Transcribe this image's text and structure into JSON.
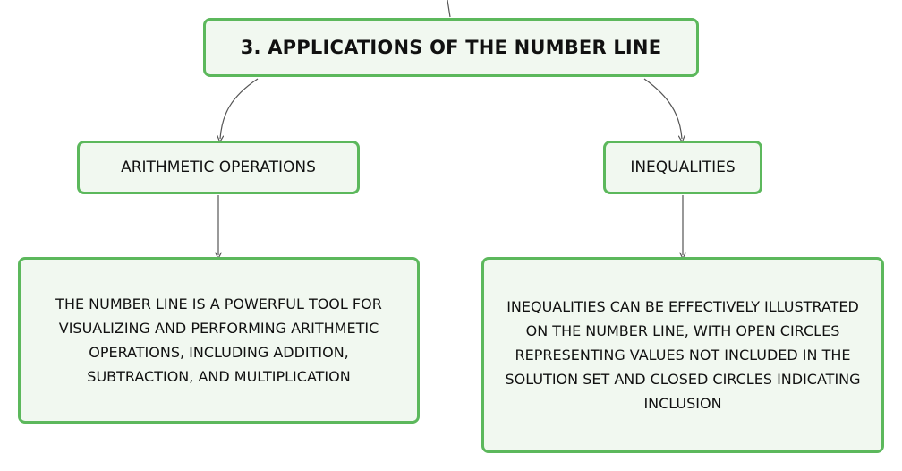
{
  "diagram": {
    "main_topic": "3. APPLICATIONS OF THE NUMBER LINE",
    "branches": [
      {
        "title": "ARITHMETIC OPERATIONS",
        "detail": "THE NUMBER LINE IS A POWERFUL TOOL FOR VISUALIZING AND PERFORMING ARITHMETIC OPERATIONS, INCLUDING ADDITION, SUBTRACTION, AND MULTIPLICATION"
      },
      {
        "title": "INEQUALITIES",
        "detail": "INEQUALITIES CAN BE EFFECTIVELY ILLUSTRATED ON THE NUMBER LINE, WITH OPEN CIRCLES REPRESENTING VALUES NOT INCLUDED IN THE SOLUTION SET AND CLOSED CIRCLES INDICATING INCLUSION"
      }
    ]
  },
  "colors": {
    "node_border": "#5cb85c",
    "node_fill": "#f1f8f0",
    "connector": "#555555",
    "text": "#111111"
  }
}
